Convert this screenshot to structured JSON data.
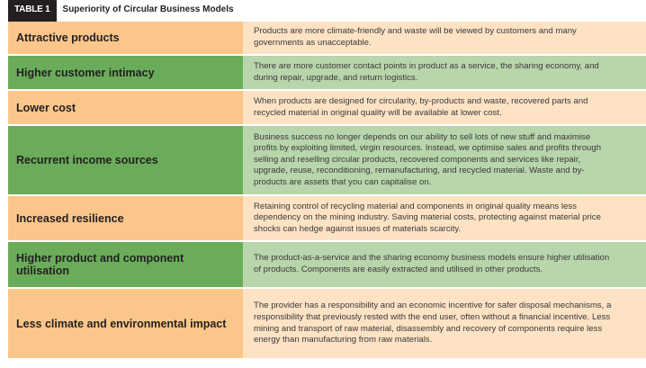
{
  "table": {
    "tag": "TABLE 1",
    "title": "Superiority of Circular Business Models",
    "colors": {
      "orange_dark": "#fbc68a",
      "orange_light": "#fde2c4",
      "green_dark": "#6aac5a",
      "green_light": "#b8d5ab"
    },
    "rows": [
      {
        "label": "Attractive products",
        "description": "Products are more climate-friendly and waste will be viewed by customers and many governments as unacceptable."
      },
      {
        "label": "Higher customer intimacy",
        "description": "There are more customer contact points in product as a service, the sharing economy, and during repair, upgrade, and return logistics."
      },
      {
        "label": "Lower cost",
        "description": "When products are designed for circularity, by-products and waste, recovered parts and recycled material in original quality will be available at lower cost."
      },
      {
        "label": "Recurrent income sources",
        "description": "Business success no longer depends on our ability to sell lots of new stuff and maximise profits by exploiting limited, virgin resources. Instead, we optimise sales and profits through selling and reselling circular products, recovered components and services like repair, upgrade, reuse, reconditioning, remanufacturing, and recycled material. Waste and by-products are assets that you can capitalise on."
      },
      {
        "label": "Increased resilience",
        "description": "Retaining control of recycling material and components in original quality means less dependency on the mining industry. Saving material costs, protecting against material price shocks can hedge against issues of materials scarcity."
      },
      {
        "label": "Higher product and component utilisation",
        "description": "The product-as-a-service and the sharing economy business models ensure higher utilisation of products. Components are easily extracted and utilised in other products."
      },
      {
        "label": "Less climate and environmental impact",
        "description": "The provider has a responsibility and an economic incentive for safer disposal mechanisms, a responsibility that previously rested with the end user, often without a financial incentive. Less mining and transport of raw material, disassembly and recovery of components require less energy than manufacturing from raw materials."
      }
    ]
  }
}
